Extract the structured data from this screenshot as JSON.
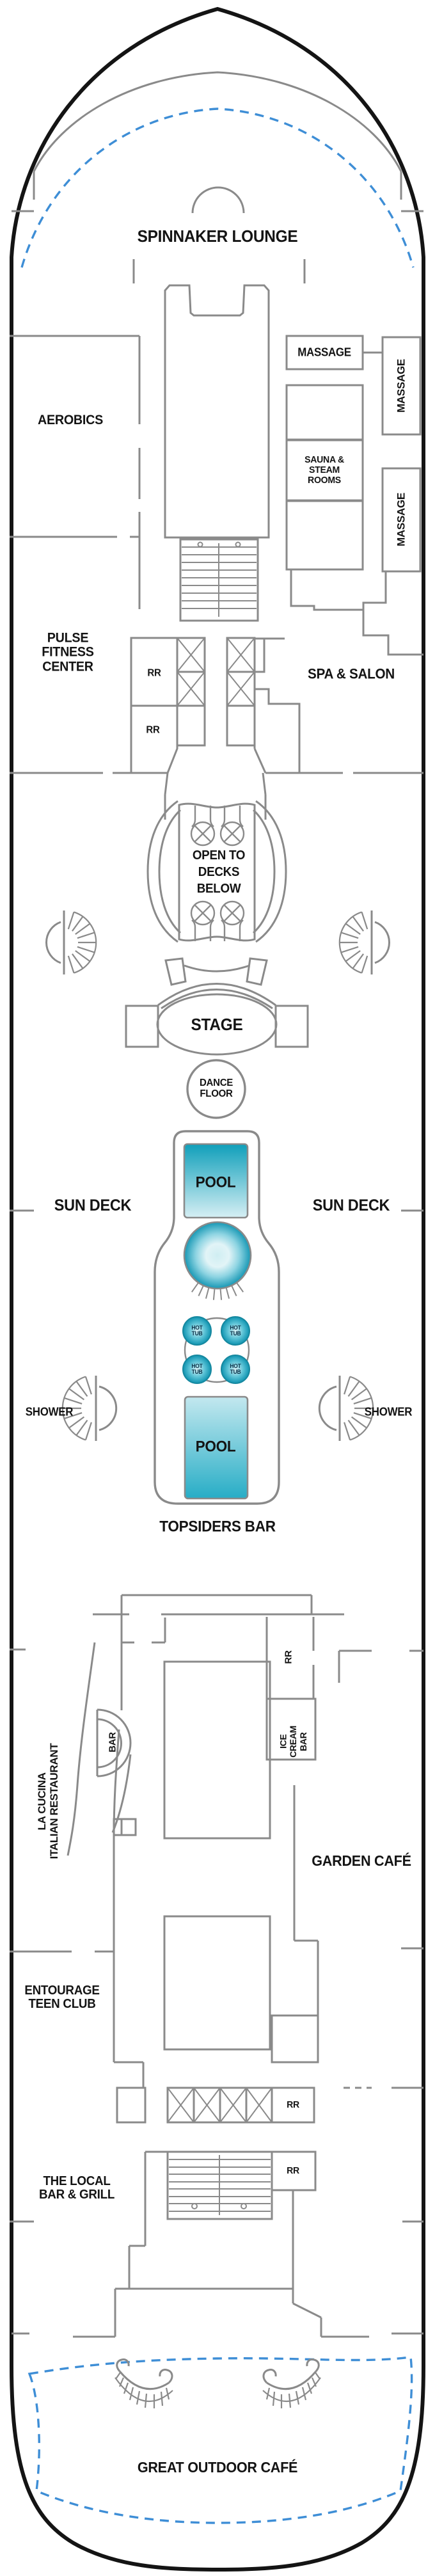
{
  "meta": {
    "kind": "cruise-ship-deck-plan"
  },
  "colors": {
    "wall": "#8a8a8a",
    "hull": "#141414",
    "dashed_blue": "#3e8ed6",
    "pool_dark": "#0f9fba",
    "pool_light": "#cdeaf1",
    "text": "#141414"
  },
  "labels": {
    "spinnaker_lounge": "SPINNAKER LOUNGE",
    "aerobics": "AEROBICS",
    "massage": "MASSAGE",
    "sauna_steam_lines": [
      "SAUNA &",
      "STEAM",
      "ROOMS"
    ],
    "pulse_fitness_lines": [
      "PULSE",
      "FITNESS",
      "CENTER"
    ],
    "rr": "RR",
    "spa_salon": "SPA & SALON",
    "open_decks_lines": [
      "OPEN TO",
      "DECKS",
      "BELOW"
    ],
    "stage": "STAGE",
    "dance_floor_lines": [
      "DANCE",
      "FLOOR"
    ],
    "pool": "POOL",
    "sun_deck": "SUN DECK",
    "hot_tub_lines": [
      "HOT",
      "TUB"
    ],
    "shower": "SHOWER",
    "topsiders_bar": "TOPSIDERS BAR",
    "bar": "BAR",
    "la_cucina_lines": [
      "LA CUCINA",
      "ITALIAN RESTAURANT"
    ],
    "ice_cream_bar_lines": [
      "ICE",
      "CREAM",
      "BAR"
    ],
    "garden_cafe": "GARDEN CAFÉ",
    "entourage_lines": [
      "ENTOURAGE",
      "TEEN CLUB"
    ],
    "local_bar_lines": [
      "THE LOCAL",
      "BAR & GRILL"
    ],
    "great_outdoor_cafe": "GREAT OUTDOOR CAFÉ"
  }
}
